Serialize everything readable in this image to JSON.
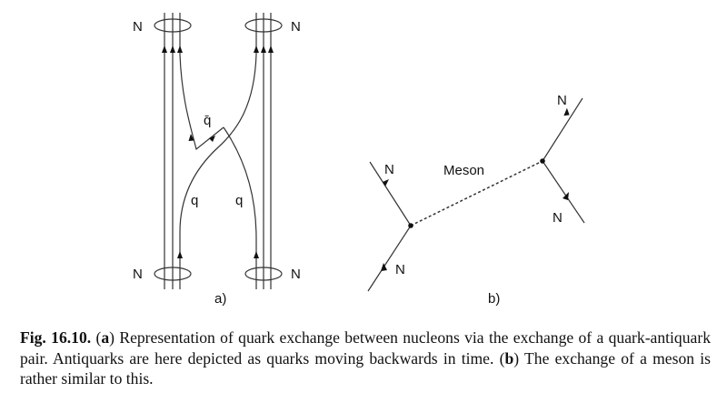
{
  "figure": {
    "panel_a": {
      "label": "a)",
      "nucleon_labels": {
        "top_left": "N",
        "top_right": "N",
        "bottom_left": "N",
        "bottom_right": "N"
      },
      "antiquark_label": "q̄",
      "quark_labels": [
        "q",
        "q"
      ]
    },
    "panel_b": {
      "label": "b)",
      "meson_label": "Meson",
      "nucleon_labels": {
        "left_out": "N",
        "left_in": "N",
        "right_out": "N",
        "right_in": "N"
      }
    }
  },
  "caption": {
    "fig_number": "Fig. 16.10.",
    "part_a_marker": "(a)",
    "text_1": " Representation of quark exchange between nucleons via the exchange of a quark-antiquark pair. Antiquarks are here depicted as quarks moving backwards in time. ",
    "part_b_marker": "(b)",
    "text_2": " The exchange of a meson is rather similar to this."
  }
}
